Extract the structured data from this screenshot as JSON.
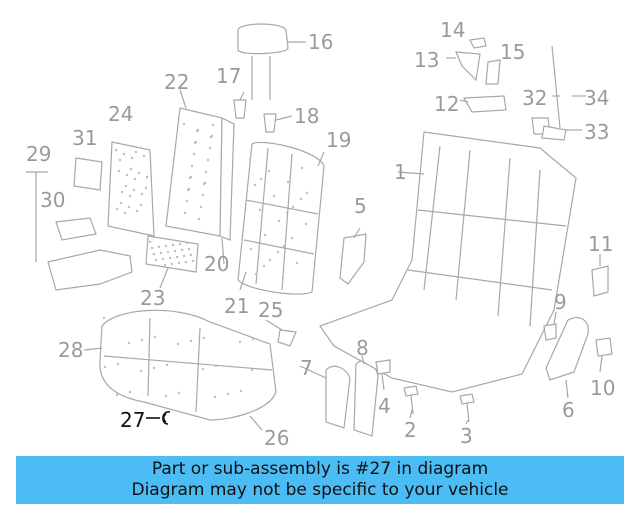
{
  "callouts": {
    "c1": "1",
    "c2": "2",
    "c3": "3",
    "c4": "4",
    "c5": "5",
    "c6": "6",
    "c7": "7",
    "c8": "8",
    "c9": "9",
    "c10": "10",
    "c11": "11",
    "c12": "12",
    "c13": "13",
    "c14": "14",
    "c15": "15",
    "c16": "16",
    "c17": "17",
    "c18": "18",
    "c19": "19",
    "c20": "20",
    "c21": "21",
    "c22": "22",
    "c23": "23",
    "c24": "24",
    "c25": "25",
    "c26": "26",
    "c27": "27",
    "c28": "28",
    "c29": "29",
    "c30": "30",
    "c31": "31",
    "c32": "32",
    "c33": "33",
    "c34": "34"
  },
  "banner": {
    "line1": "Part or sub-assembly is #27 in diagram",
    "line2": "Diagram may not be specific to your vehicle"
  },
  "colors": {
    "banner_bg": "#4bbcf4",
    "line_gray": "#a8a8a8",
    "highlight": "#111111"
  }
}
